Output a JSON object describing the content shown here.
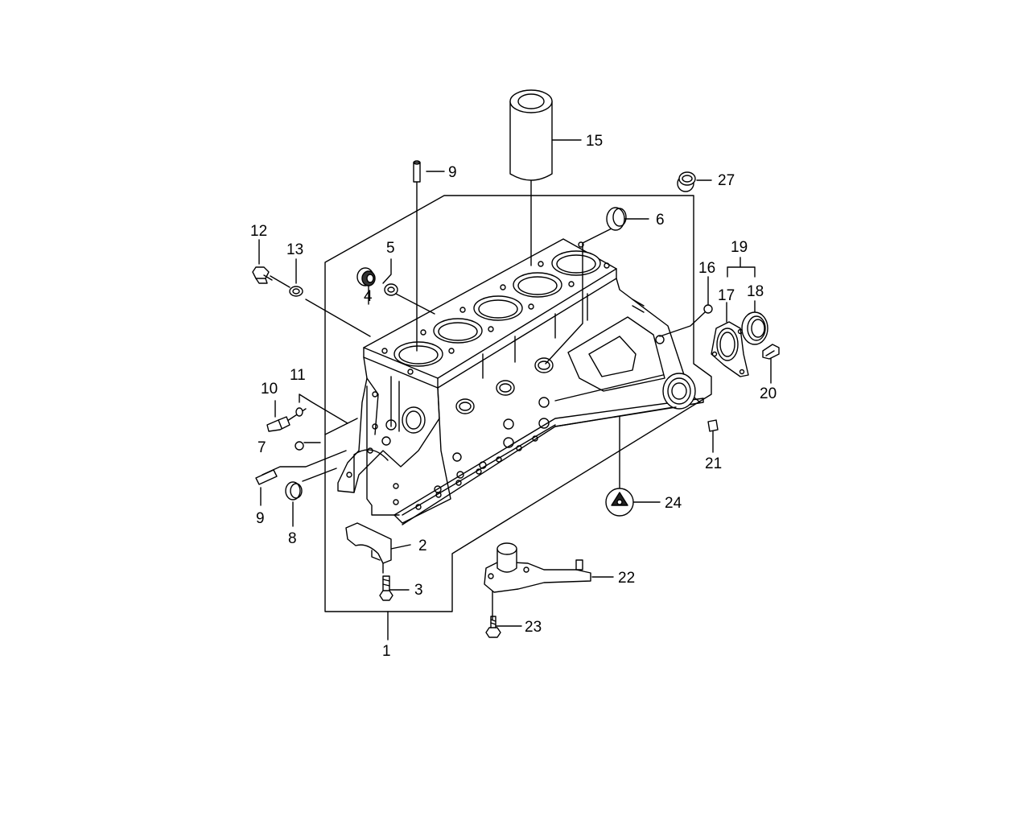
{
  "diagram": {
    "colors": {
      "line": "#000000",
      "background": "#ffffff"
    },
    "callouts": {
      "c1": "1",
      "c2": "2",
      "c3": "3",
      "c4": "4",
      "c5": "5",
      "c6": "6",
      "c7": "7",
      "c8": "8",
      "c9_top": "9",
      "c9_left": "9",
      "c10": "10",
      "c11": "11",
      "c12": "12",
      "c13": "13",
      "c15": "15",
      "c16": "16",
      "c17": "17",
      "c18": "18",
      "c19": "19",
      "c20": "20",
      "c21": "21",
      "c22": "22",
      "c23": "23",
      "c24": "24",
      "c27": "27"
    }
  }
}
